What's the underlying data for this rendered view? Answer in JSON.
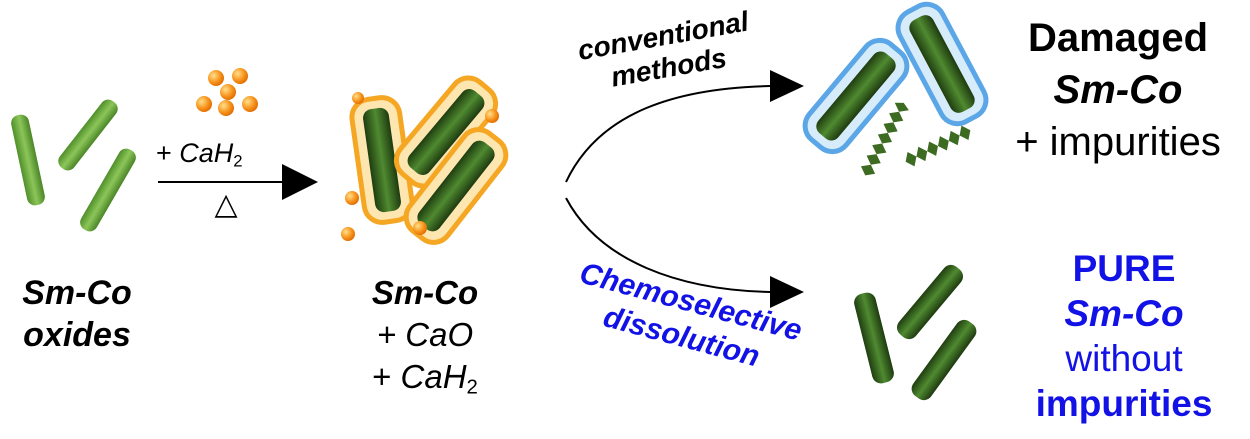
{
  "start": {
    "name_line1": "Sm-Co",
    "name_line2": "oxides"
  },
  "reagent": {
    "prefix": "+ ",
    "formula": "CaH",
    "subscript": "2",
    "heat_symbol": "△"
  },
  "intermediate": {
    "name": "Sm-Co",
    "line2": "+ CaO",
    "line3_prefix": "+ ",
    "line3_formula": "CaH",
    "line3_subscript": "2"
  },
  "top_route": {
    "label_line1": "conventional",
    "label_line2": "methods"
  },
  "bottom_route": {
    "label_line1": "Chemoselective",
    "label_line2": "dissolution"
  },
  "top_product": {
    "line1": "Damaged",
    "line2": "Sm-Co",
    "line3": "+ impurities"
  },
  "bottom_product": {
    "line1": "PURE",
    "line2": "Sm-Co",
    "line3": "without",
    "line4": "impurities"
  },
  "colors": {
    "rod_light": "#6fae3c",
    "rod_dark": "#2f5a1a",
    "shell_orange": "#f5a623",
    "shell_blue": "#5aa6e6",
    "particle": "#f7941d",
    "highlight_blue": "#1212e6"
  }
}
